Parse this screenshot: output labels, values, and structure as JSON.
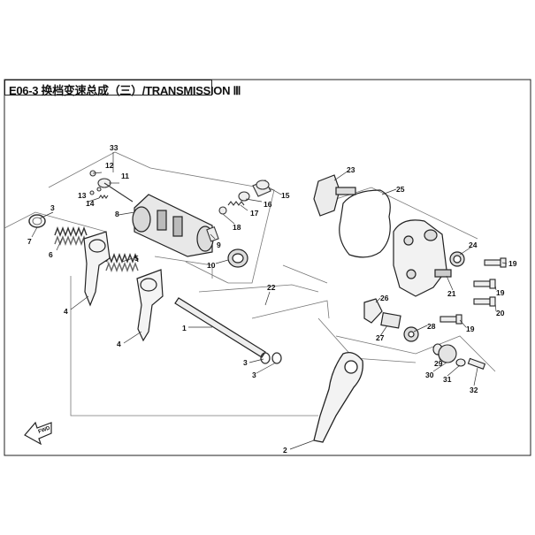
{
  "title": "E06-3 换档变速总成（三）/TRANSMISSION Ⅲ",
  "fwd_label": "FWD",
  "callouts": [
    {
      "n": "33"
    },
    {
      "n": "12"
    },
    {
      "n": "11"
    },
    {
      "n": "13"
    },
    {
      "n": "14"
    },
    {
      "n": "8"
    },
    {
      "n": "3"
    },
    {
      "n": "7"
    },
    {
      "n": "6"
    },
    {
      "n": "5"
    },
    {
      "n": "4"
    },
    {
      "n": "4"
    },
    {
      "n": "9"
    },
    {
      "n": "18"
    },
    {
      "n": "17"
    },
    {
      "n": "16"
    },
    {
      "n": "15"
    },
    {
      "n": "10"
    },
    {
      "n": "1"
    },
    {
      "n": "3"
    },
    {
      "n": "3"
    },
    {
      "n": "22"
    },
    {
      "n": "23"
    },
    {
      "n": "25"
    },
    {
      "n": "24"
    },
    {
      "n": "19"
    },
    {
      "n": "19"
    },
    {
      "n": "21"
    },
    {
      "n": "20"
    },
    {
      "n": "26"
    },
    {
      "n": "27"
    },
    {
      "n": "28"
    },
    {
      "n": "19"
    },
    {
      "n": "29"
    },
    {
      "n": "30"
    },
    {
      "n": "31"
    },
    {
      "n": "32"
    },
    {
      "n": "2"
    }
  ]
}
